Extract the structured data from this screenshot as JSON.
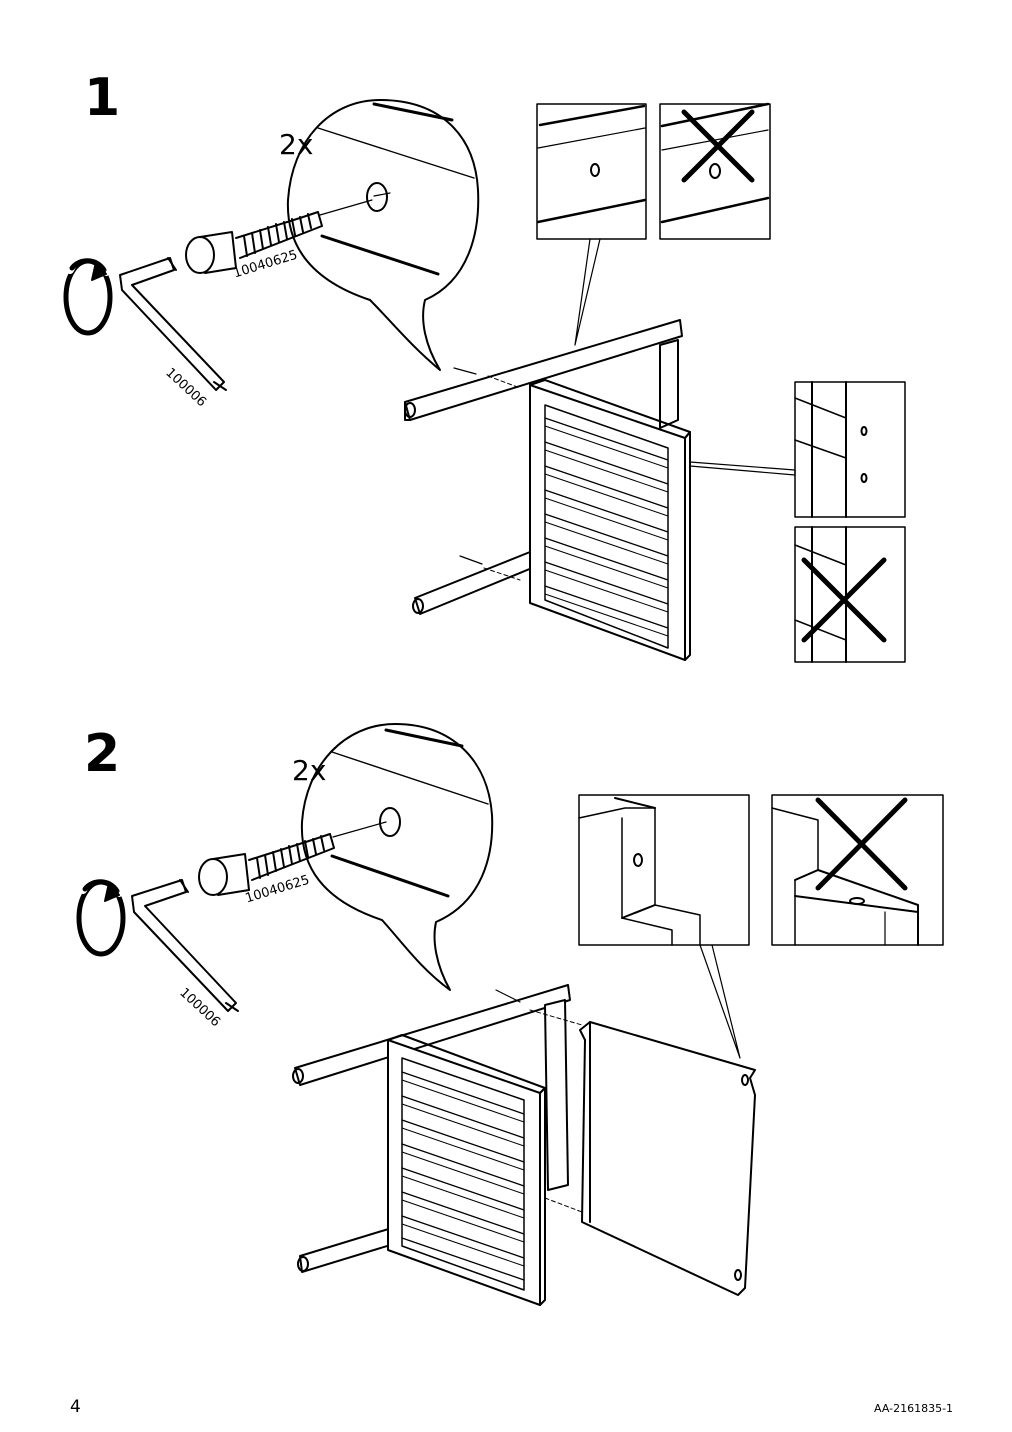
{
  "steps": [
    {
      "number": "1",
      "quantity": "2x",
      "bolt_part": "10040625",
      "key_part": "100006"
    },
    {
      "number": "2",
      "quantity": "2x",
      "bolt_part": "10040625",
      "key_part": "100006"
    }
  ],
  "footer": {
    "page_number": "4",
    "document_code": "AA-2161835-1"
  }
}
